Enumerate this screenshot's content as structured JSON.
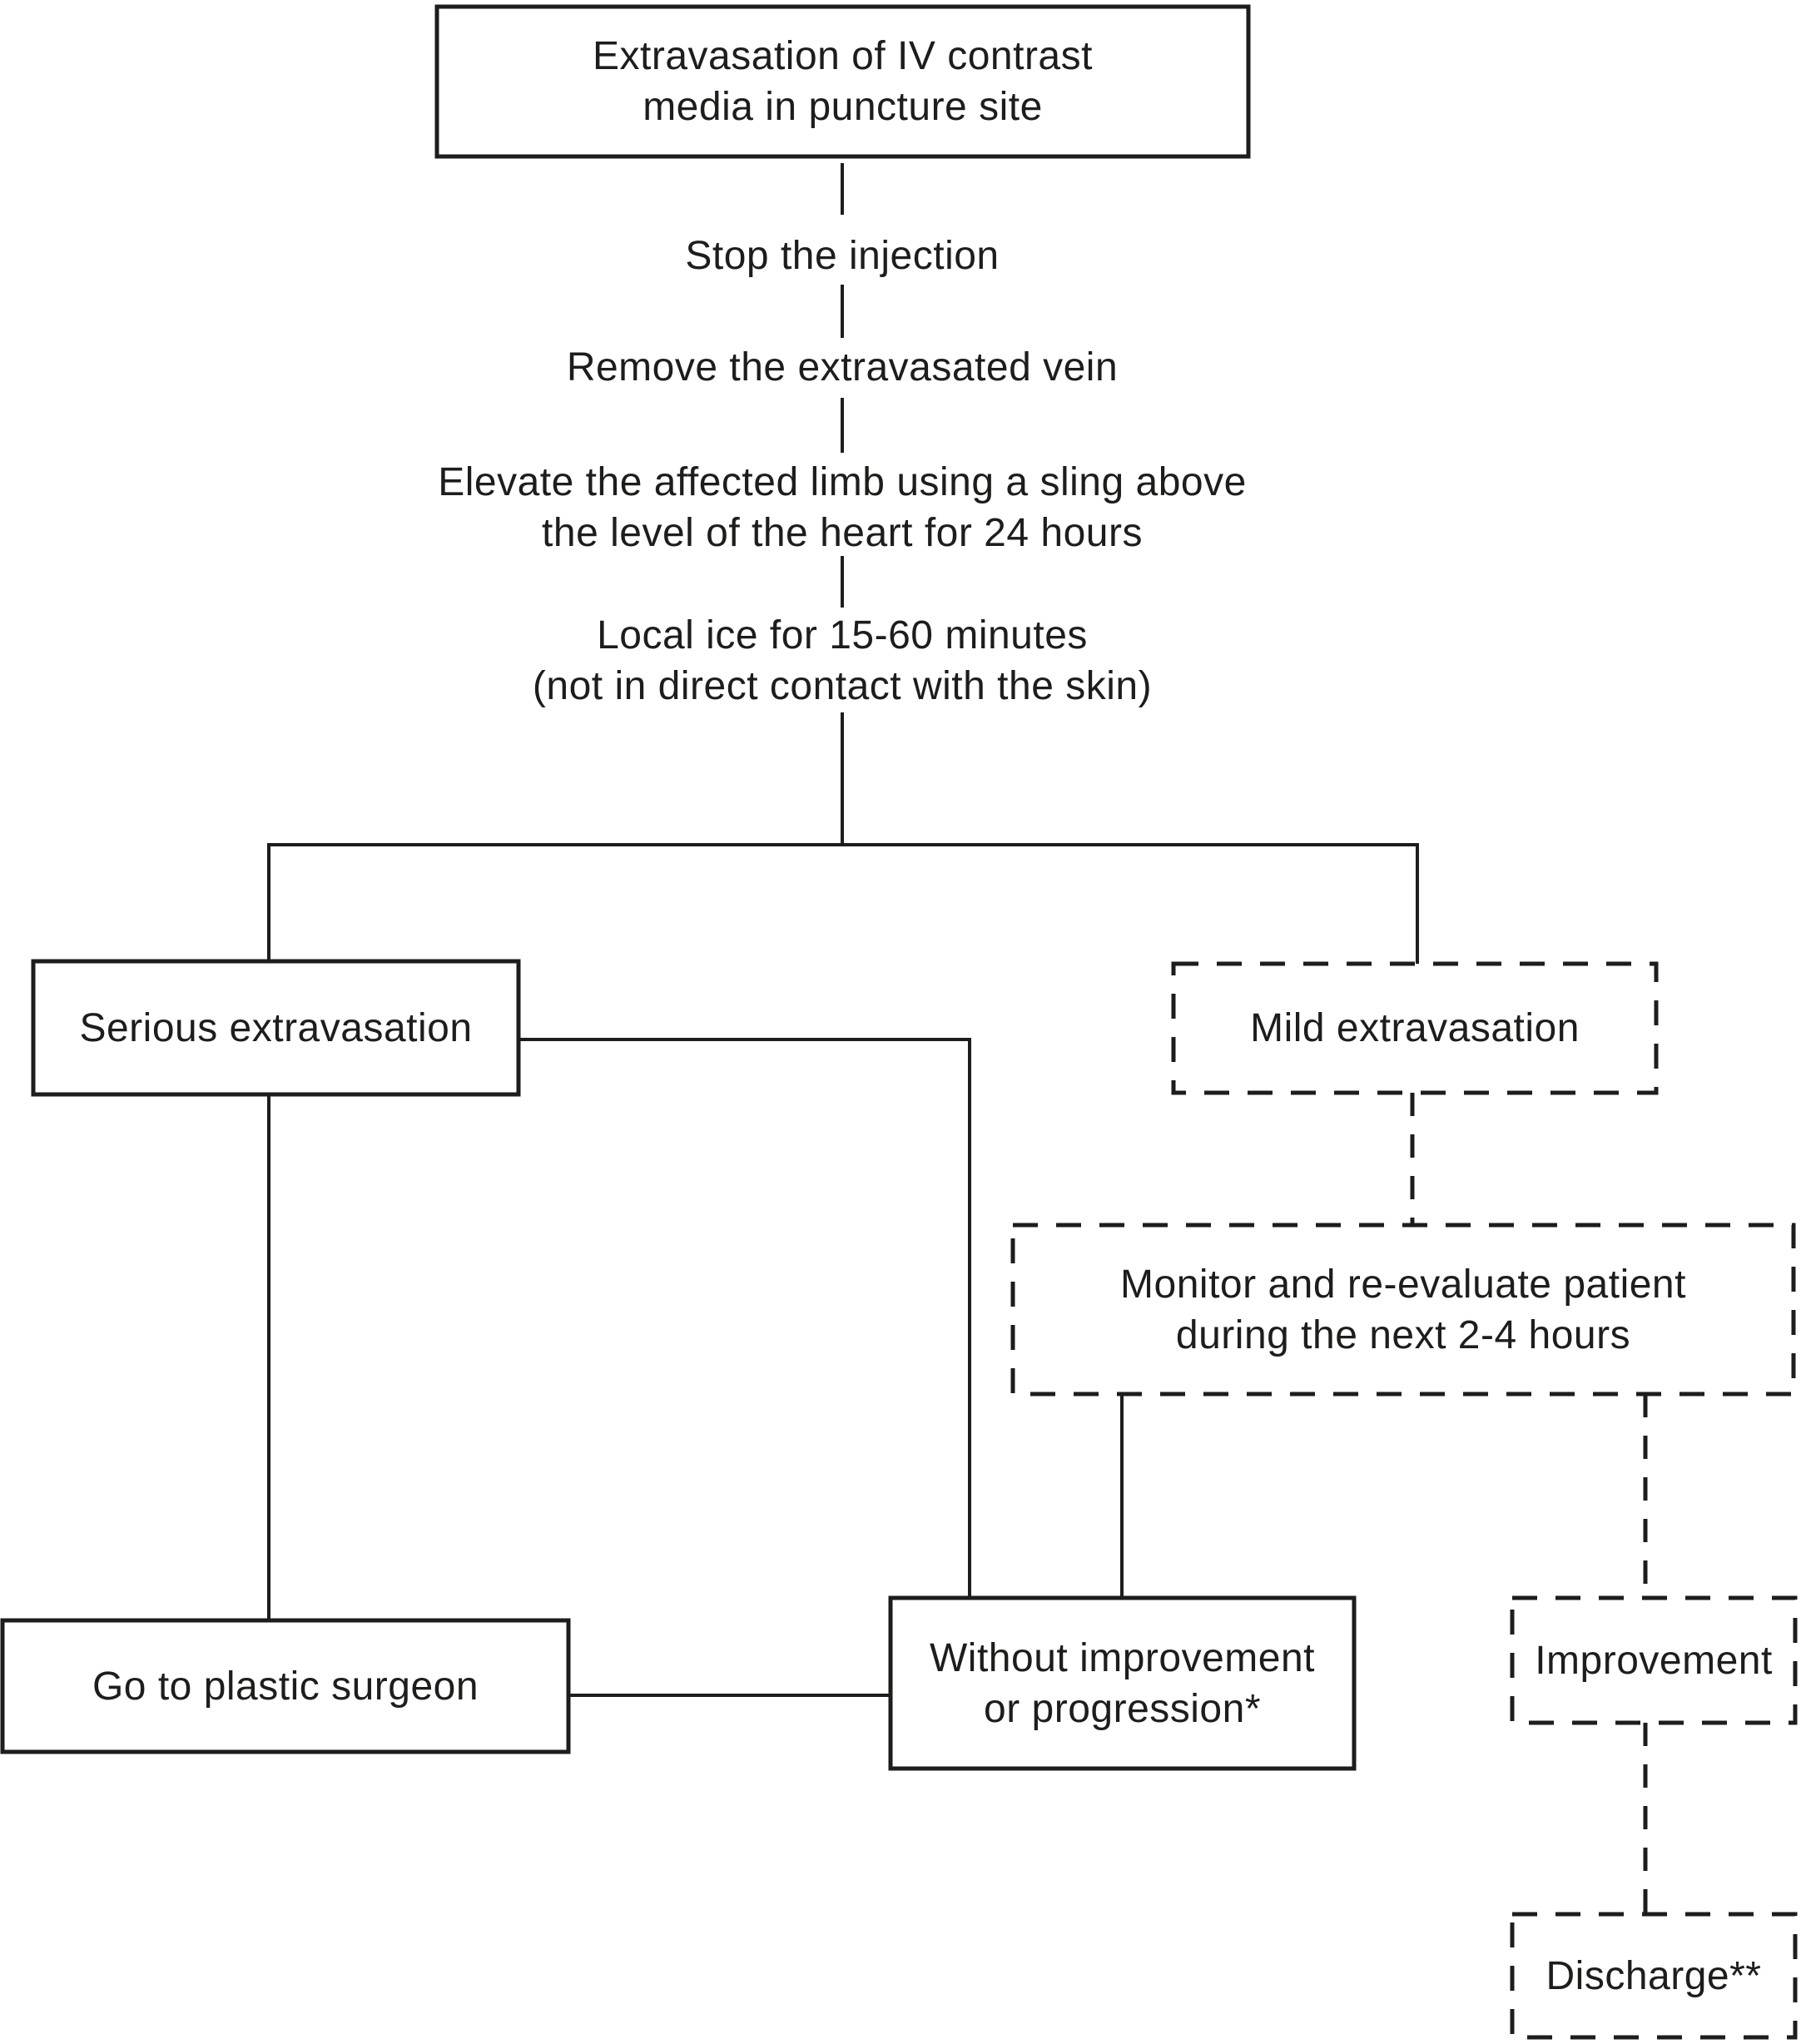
{
  "flowchart": {
    "nodes": {
      "start": {
        "label": "Extravasation of IV contrast\nmedia in puncture site"
      },
      "step_stop": {
        "label": "Stop the injection"
      },
      "step_remove": {
        "label": "Remove the extravasated vein"
      },
      "step_elevate": {
        "label": "Elevate the affected limb using a sling above\nthe level of the heart for 24 hours"
      },
      "step_ice": {
        "label": "Local ice for 15-60 minutes\n(not in direct contact with the skin)"
      },
      "serious": {
        "label": "Serious extravasation"
      },
      "mild": {
        "label": "Mild extravasation"
      },
      "monitor": {
        "label": "Monitor and re-evaluate patient\nduring the next 2-4 hours"
      },
      "surgeon": {
        "label": "Go to plastic surgeon"
      },
      "without": {
        "label": "Without improvement\nor progression*"
      },
      "improvement": {
        "label": "Improvement"
      },
      "discharge": {
        "label": "Discharge**"
      }
    },
    "colors": {
      "line": "#1d1d1b",
      "background": "#ffffff"
    }
  }
}
